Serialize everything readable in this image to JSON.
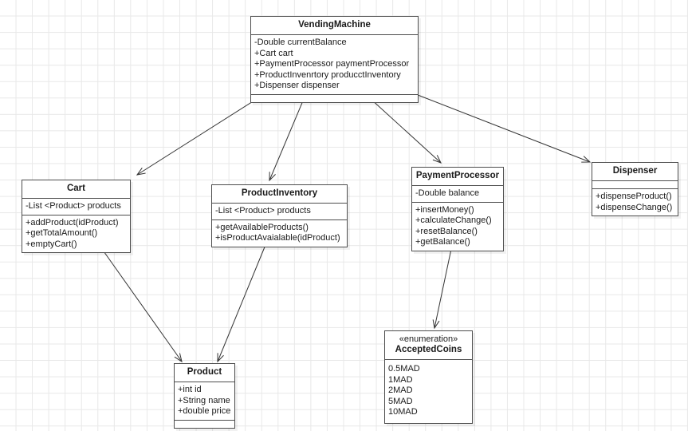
{
  "diagram": {
    "type": "uml-class-diagram",
    "title": "Vending Machine Class Diagram",
    "background": {
      "color": "#ffffff",
      "grid_color": "#e8e8e8",
      "grid_size": 20.55
    },
    "style": {
      "box_border": "#4d4d4d",
      "box_fill": "#ffffff",
      "edge_color": "#333333",
      "text_color": "#1a1a1a"
    }
  },
  "classes": {
    "vending_machine": {
      "name": "VendingMachine",
      "attributes": [
        "-Double currentBalance",
        "+Cart cart",
        "+PaymentProcessor paymentProcessor",
        "+ProductInvenrtory producctInventory",
        "+Dispenser dispenser"
      ],
      "methods": []
    },
    "cart": {
      "name": "Cart",
      "attributes": [
        "-List <Product> products"
      ],
      "methods": [
        "+addProduct(idProduct)",
        "+getTotalAmount()",
        "+emptyCart()"
      ]
    },
    "product_inventory": {
      "name": "ProductInventory",
      "attributes": [
        "-List <Product> products"
      ],
      "methods": [
        "+getAvailableProducts()",
        "+isProductAvaialable(idProduct)"
      ]
    },
    "payment_processor": {
      "name": "PaymentProcessor",
      "attributes": [
        "-Double balance"
      ],
      "methods": [
        "+insertMoney()",
        "+calculateChange()",
        "+resetBalance()",
        "+getBalance()"
      ]
    },
    "dispenser": {
      "name": "Dispenser",
      "attributes": [],
      "methods": [
        "+dispenseProduct()",
        "+dispenseChange()"
      ]
    },
    "product": {
      "name": "Product",
      "attributes": [
        "+int id",
        "+String name",
        "+double price"
      ],
      "methods": []
    },
    "accepted_coins": {
      "stereotype": "«enumeration»",
      "name": "AcceptedCoins",
      "values": [
        "0.5MAD",
        "1MAD",
        "2MAD",
        "5MAD",
        "10MAD"
      ]
    }
  },
  "relations": [
    {
      "from": "VendingMachine",
      "to": "Cart",
      "kind": "association",
      "arrow": "open"
    },
    {
      "from": "VendingMachine",
      "to": "ProductInventory",
      "kind": "association",
      "arrow": "open"
    },
    {
      "from": "VendingMachine",
      "to": "PaymentProcessor",
      "kind": "association",
      "arrow": "open"
    },
    {
      "from": "VendingMachine",
      "to": "Dispenser",
      "kind": "association",
      "arrow": "open"
    },
    {
      "from": "Cart",
      "to": "Product",
      "kind": "association",
      "arrow": "open"
    },
    {
      "from": "ProductInventory",
      "to": "Product",
      "kind": "association",
      "arrow": "open"
    },
    {
      "from": "PaymentProcessor",
      "to": "AcceptedCoins",
      "kind": "association",
      "arrow": "open"
    }
  ]
}
